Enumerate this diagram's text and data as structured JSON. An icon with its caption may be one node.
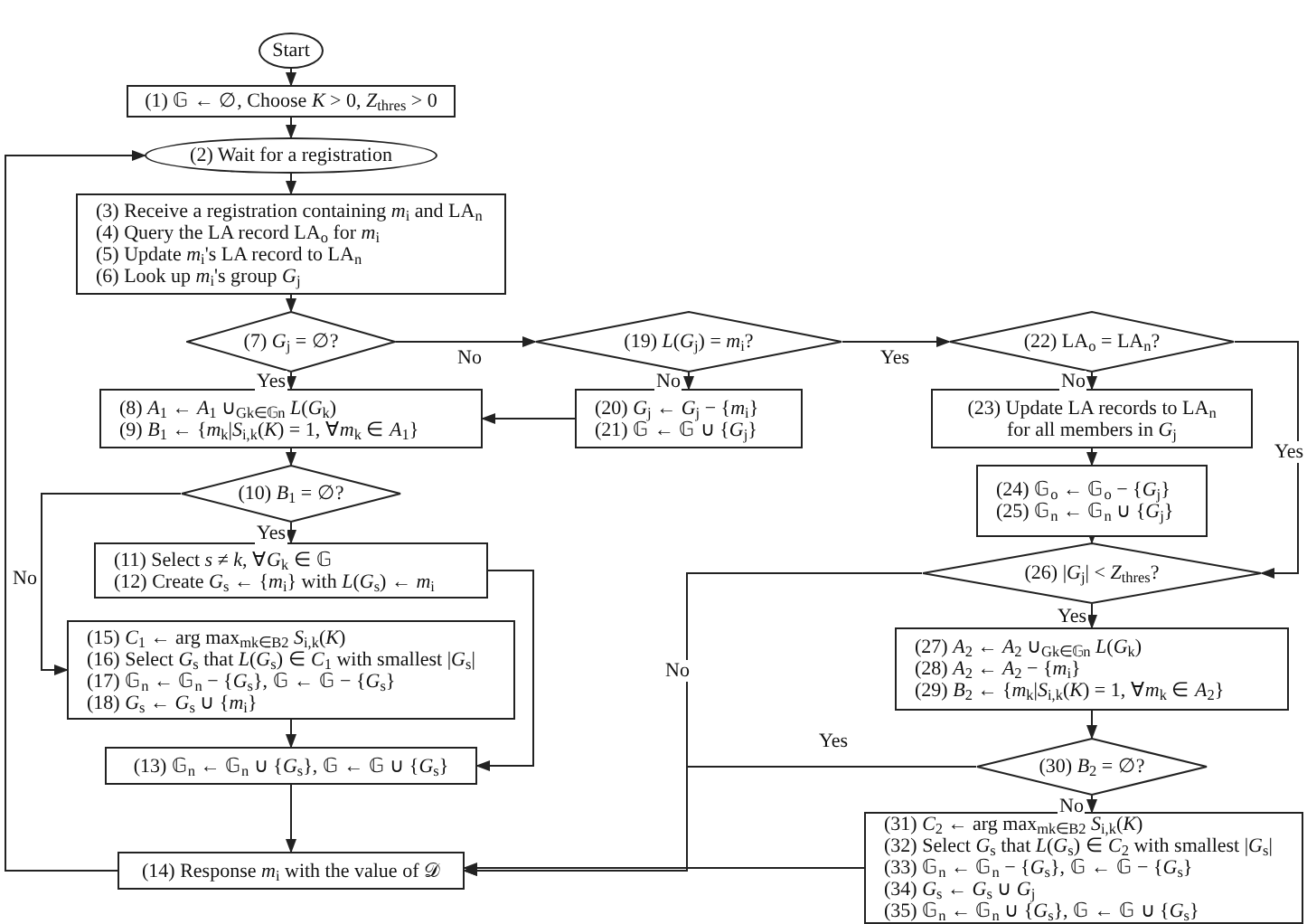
{
  "diagram": {
    "nodes": [
      {
        "text": [
          "Start"
        ]
      },
      {
        "text": [
          "(1) 𝔾 ← ∅, Choose *K* > 0, *Z*$_{thres}$ > 0"
        ]
      },
      {
        "text": [
          "(2) Wait for a registration"
        ]
      },
      {
        "text": [
          "(3) Receive a registration containing *m*$_{i}$ and LA$_{n}$",
          "(4) Query the LA record LA$_{o}$ for *m*$_{i}$",
          "(5) Update *m*$_{i}$'s LA record to LA$_{n}$",
          "(6) Look up *m*$_{i}$'s group *G*$_{j}$"
        ]
      },
      {
        "text": [
          "(7) *G*$_{j}$ = ∅?"
        ]
      },
      {
        "text": [
          "(19) *L*(*G*$_{j}$) = *m*$_{i}$?"
        ]
      },
      {
        "text": [
          "(22) LA$_{o}$ = LA$_{n}$?"
        ]
      },
      {
        "text": [
          "(8) *A*$_{1}$ ← *A*$_{1}$ ∪$_{Gk∈𝔾n}$ *L*(*G*$_{k}$)",
          "(9) *B*$_{1}$ ← {*m*$_{k}$|*S*$_{i,k}$(*K*) = 1, ∀*m*$_{k}$ ∈ *A*$_{1}$}"
        ]
      },
      {
        "text": [
          "(20) *G*$_{j}$ ← *G*$_{j}$ − {*m*$_{i}$}",
          "(21) 𝔾 ← 𝔾 ∪ {*G*$_{j}$}"
        ]
      },
      {
        "text": [
          "(23) Update LA records to LA$_{n}$ for all members in *G*$_{j}$"
        ]
      },
      {
        "text": [
          "(10) *B*$_{1}$ = ∅?"
        ]
      },
      {
        "text": [
          "(11) Select *s* ≠ *k*, ∀*G*$_{k}$ ∈ 𝔾",
          "(12) Create *G*$_{s}$ ← {*m*$_{i}$} with *L*(*G*$_{s}$) ← *m*$_{i}$"
        ]
      },
      {
        "text": [
          "(24) 𝔾$_{o}$ ← 𝔾$_{o}$ − {*G*$_{j}$}",
          "(25) 𝔾$_{n}$ ← 𝔾$_{n}$ ∪ {*G*$_{j}$}"
        ]
      },
      {
        "text": [
          "(26) |*G*$_{j}$| < *Z*$_{thres}$?"
        ]
      },
      {
        "text": [
          "(15) *C*$_{1}$ ← arg max$_{mk∈B2}$ *S*$_{i,k}$(*K*)",
          "(16) Select *G*$_{s}$ that *L*(*G*$_{s}$) ∈ *C*$_{1}$ with smallest |*G*$_{s}$|",
          "(17) 𝔾$_{n}$ ← 𝔾$_{n}$ − {*G*$_{s}$}, 𝔾 ← 𝔾 − {*G*$_{s}$}",
          "(18) *G*$_{s}$ ← *G*$_{s}$ ∪ {*m*$_{i}$}"
        ]
      },
      {
        "text": [
          "(27) *A*$_{2}$ ← *A*$_{2}$ ∪$_{Gk∈𝔾n}$ *L*(*G*$_{k}$)",
          "(28) *A*$_{2}$ ← *A*$_{2}$ − {*m*$_{i}$}",
          "(29) *B*$_{2}$ ← {*m*$_{k}$|*S*$_{i,k}$(*K*) = 1, ∀*m*$_{k}$ ∈ *A*$_{2}$}"
        ]
      },
      {
        "text": [
          "(30) *B*$_{2}$ = ∅?"
        ]
      },
      {
        "text": [
          "(13) 𝔾$_{n}$ ← 𝔾$_{n}$ ∪ {*G*$_{s}$}, 𝔾 ← 𝔾 ∪ {*G*$_{s}$}"
        ]
      },
      {
        "text": [
          "(14) Response *m*$_{i}$ with the value of 𝒟"
        ]
      },
      {
        "text": [
          "(31) *C*$_{2}$ ← arg max$_{mk∈B2}$ *S*$_{i,k}$(*K*)",
          "(32) Select *G*$_{s}$ that *L*(*G*$_{s}$) ∈ *C*$_{2}$ with smallest |*G*$_{s}$|",
          "(33) 𝔾$_{n}$ ← 𝔾$_{n}$ − {*G*$_{s}$}, 𝔾 ← 𝔾 − {*G*$_{s}$}",
          "(34) *G*$_{s}$ ← *G*$_{s}$ ∪ *G*$_{j}$",
          "(35) 𝔾$_{n}$ ← 𝔾$_{n}$ ∪ {*G*$_{s}$}, 𝔾 ← 𝔾 ∪ {*G*$_{s}$}"
        ]
      }
    ],
    "edges": [
      {
        "from": 0,
        "to": 1,
        "arrow": "to"
      },
      {
        "from": 1,
        "to": 2,
        "arrow": "to"
      },
      {
        "from": 2,
        "to": 3,
        "arrow": "to"
      },
      {
        "from": 3,
        "to": 4,
        "arrow": "to"
      },
      {
        "from": 4,
        "to": 7,
        "arrow": "to",
        "label": "Yes"
      },
      {
        "from": 4,
        "to": 5,
        "arrow": "to",
        "label": "No"
      },
      {
        "from": 5,
        "to": 8,
        "arrow": "to",
        "label": "No"
      },
      {
        "from": 5,
        "to": 6,
        "arrow": "to",
        "label": "Yes"
      },
      {
        "from": 8,
        "to": 7,
        "arrow": "to"
      },
      {
        "from": 6,
        "to": 9,
        "arrow": "to",
        "label": "No"
      },
      {
        "from": 6,
        "to": 13,
        "arrow": "to",
        "label": "Yes"
      },
      {
        "from": 7,
        "to": 10,
        "arrow": "to"
      },
      {
        "from": 10,
        "to": 11,
        "arrow": "to",
        "label": "Yes"
      },
      {
        "from": 10,
        "to": 14,
        "arrow": "to",
        "label": "No"
      },
      {
        "from": 11,
        "to": 17,
        "arrow": "to"
      },
      {
        "from": 14,
        "to": 17,
        "arrow": "to"
      },
      {
        "from": 17,
        "to": 18,
        "arrow": "to"
      },
      {
        "from": 18,
        "to": 2,
        "arrow": "to"
      },
      {
        "from": 9,
        "to": 12,
        "arrow": "to"
      },
      {
        "from": 12,
        "to": 13,
        "arrow": "to"
      },
      {
        "from": 13,
        "to": 15,
        "arrow": "to",
        "label": "Yes"
      },
      {
        "from": 13,
        "to": 18,
        "arrow": "to",
        "label": "No"
      },
      {
        "from": 15,
        "to": 16,
        "arrow": "to"
      },
      {
        "from": 16,
        "to": 19,
        "arrow": "to",
        "label": "No"
      },
      {
        "from": 16,
        "to": 18,
        "arrow": "to",
        "label": "Yes"
      },
      {
        "from": 19,
        "to": 18,
        "arrow": "to"
      }
    ]
  }
}
